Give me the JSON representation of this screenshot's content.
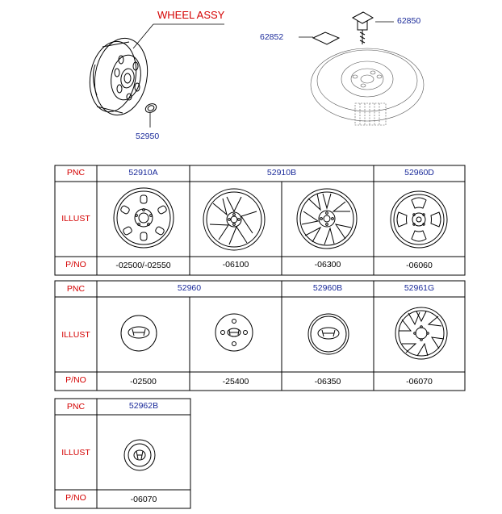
{
  "header": {
    "title": "WHEEL ASSY",
    "callouts": [
      {
        "id": "callout-62850",
        "text": "62850"
      },
      {
        "id": "callout-62852",
        "text": "62852"
      },
      {
        "id": "callout-52950",
        "text": "52950"
      }
    ]
  },
  "row_labels": {
    "pnc": "PNC",
    "illust": "ILLUST",
    "pno": "P/NO"
  },
  "tables": [
    {
      "pnc": [
        "52910A",
        "52910B",
        "52960D"
      ],
      "pno": [
        "-02500/-02550",
        "-06100",
        "-06300",
        "-06060"
      ],
      "illust": [
        "steel-wheel-icon",
        "alloy-wheel-5spoke-icon",
        "alloy-wheel-7spoke-icon",
        "alloy-wheel-4hole-icon"
      ]
    },
    {
      "pnc": [
        "52960",
        "52960B",
        "52961G"
      ],
      "pno": [
        "-02500",
        "-25400",
        "-06350",
        "-06070"
      ],
      "illust": [
        "oval-logo-cap-icon",
        "four-lug-center-cap-icon",
        "logo-hubcap-icon",
        "wheel-cover-icon"
      ]
    },
    {
      "pnc": [
        "52962B"
      ],
      "pno": [
        "-06070"
      ],
      "illust": [
        "small-center-cap-icon"
      ]
    }
  ]
}
